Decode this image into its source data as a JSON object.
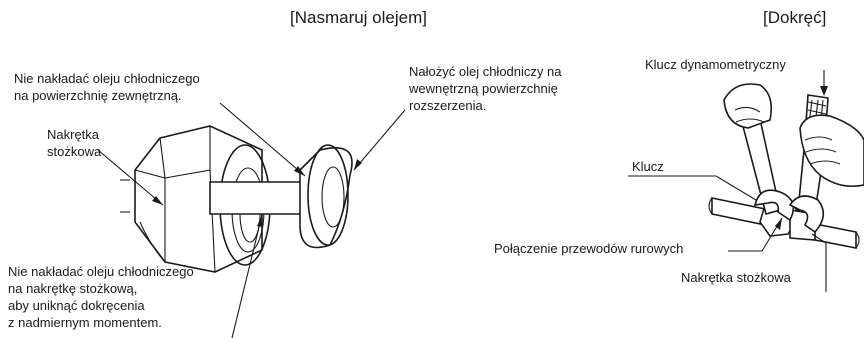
{
  "headers": {
    "lubricate": "[Nasmaruj olejem]",
    "tighten": "[Dokręć]"
  },
  "left_labels": {
    "no_oil_outer": "Nie nakładać oleju chłodniczego\nna powierzchnię zewnętrzną.",
    "flare_nut": "Nakrętka\nstożkowa",
    "no_oil_nut": "Nie nakładać oleju chłodniczego\nna nakrętkę stożkową,\naby uniknąć dokręcenia\nz nadmiernym momentem.",
    "apply_oil_inner": "Nałożyć olej chłodniczy na\nwewnętrzną powierzchnię\nrozszerzenia."
  },
  "right_labels": {
    "torque_wrench": "Klucz dynamometryczny",
    "spanner": "Klucz",
    "pipe_joint": "Połączenie przewodów rurowych",
    "flare_nut": "Nakrętka stożkowa"
  }
}
